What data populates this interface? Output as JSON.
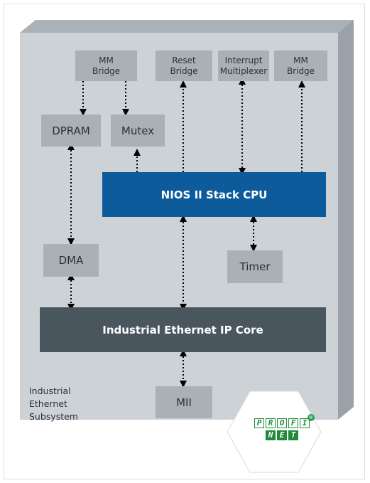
{
  "blocks": {
    "mm_bridge_left": "MM\nBridge",
    "reset_bridge": "Reset\nBridge",
    "interrupt_multiplexer": "Interrupt\nMultiplexer",
    "mm_bridge_right": "MM\nBridge",
    "dpram": "DPRAM",
    "mutex": "Mutex",
    "cpu": "NIOS II Stack CPU",
    "dma": "DMA",
    "timer": "Timer",
    "ip_core": "Industrial Ethernet IP Core",
    "mii": "MII"
  },
  "subsystem_label": "Industrial\nEthernet\nSubsystem",
  "logo": {
    "top": [
      "P",
      "R",
      "O",
      "F",
      "I"
    ],
    "bottom": [
      "N",
      "E",
      "T"
    ],
    "mark": "®",
    "color": "#1f8b3a"
  },
  "colors": {
    "panel": "#cdd2d7",
    "panel_side": "#9aa1a8",
    "grey_box": "#a9b0b6",
    "cpu": "#0e5b9c",
    "ip_core": "#4a565d"
  }
}
